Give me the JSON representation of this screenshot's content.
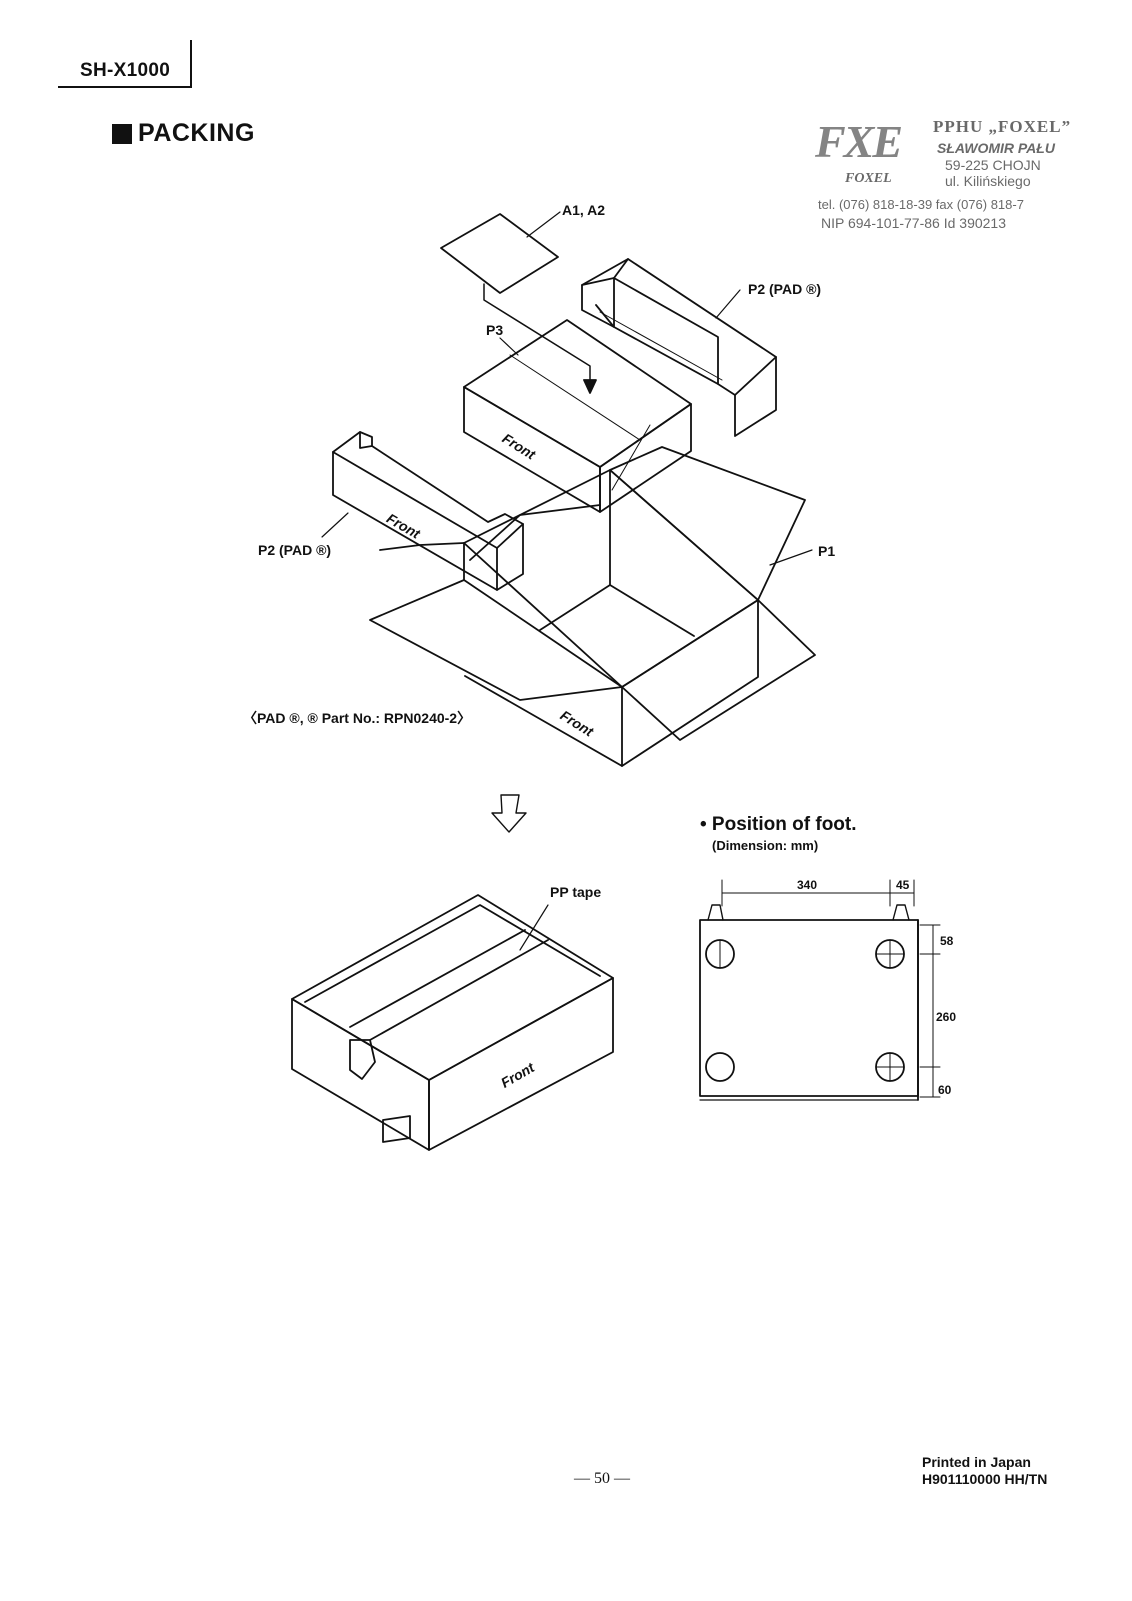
{
  "header": {
    "model": "SH-X1000",
    "section_title": "PACKING"
  },
  "stamp": {
    "logo": "FXE",
    "company": "PPHU „FOXEL”",
    "owner": "SŁAWOMIR PAŁU",
    "address_postal": "59-225 CHOJN",
    "brand": "FOXEL",
    "address_street": "ul. Kilińskiego",
    "phone": "tel. (076) 818-18-39 fax (076) 818-7",
    "nip": "NIP 694-101-77-86 Id 390213"
  },
  "packing_labels": {
    "a1_a2": "A1, A2",
    "p2_pad_b": "P2 (PAD ®)",
    "p3": "P3",
    "p2_pad_a": "P2 (PAD ®)",
    "p1": "P1",
    "part_no": "〈PAD ®, ® Part No.: RPN0240-2〉",
    "front": "Front",
    "pp_tape": "PP tape"
  },
  "foot": {
    "title": "• Position of foot.",
    "subtitle": "(Dimension: mm)",
    "dimensions": {
      "width_between": "340",
      "edge_right": "45",
      "top_edge": "58",
      "between_vertical": "260",
      "bottom_edge": "60"
    }
  },
  "footer": {
    "page_number": "— 50 —",
    "printed_in": "Printed in Japan",
    "code": "H901110000 HH/TN"
  }
}
